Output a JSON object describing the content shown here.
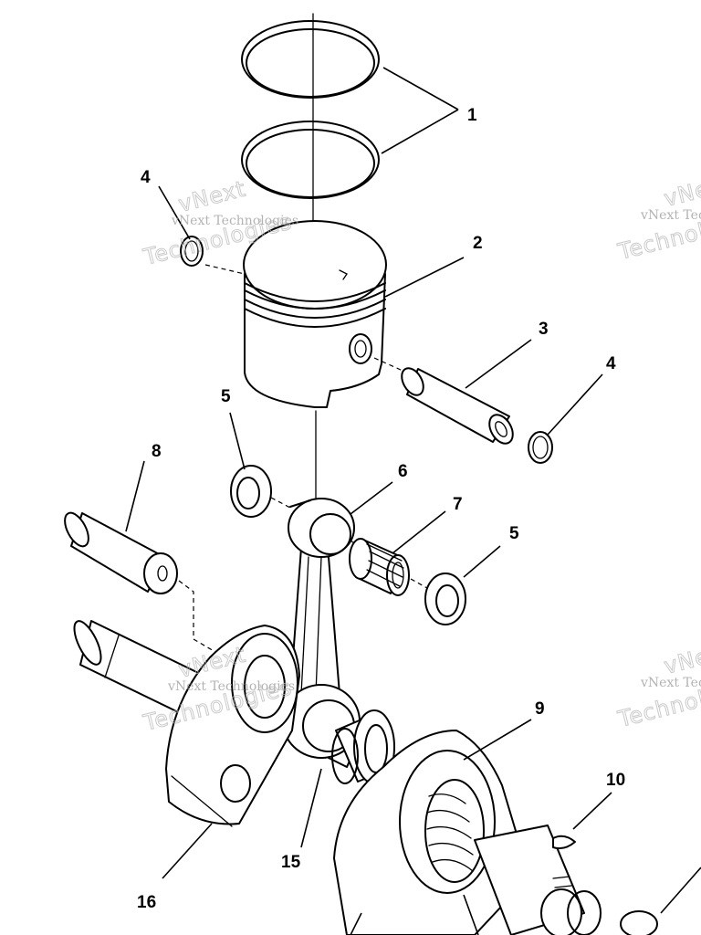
{
  "callouts": [
    "1",
    "2",
    "3",
    "4",
    "4",
    "5",
    "5",
    "6",
    "7",
    "8",
    "9",
    "10",
    "15",
    "16"
  ],
  "watermark": {
    "line1": "vNext Technologies",
    "line2": "vNext",
    "line3": "Technologies"
  }
}
